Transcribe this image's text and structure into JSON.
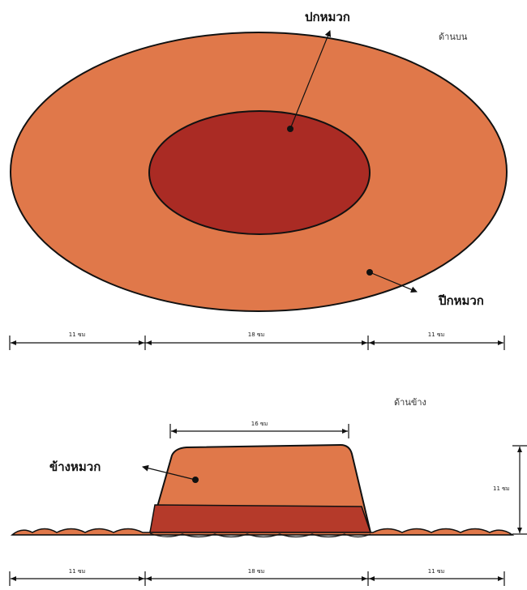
{
  "top_view": {
    "title": "ด้านบน",
    "crown_label": "ปกหมวก",
    "brim_label": "ปีกหมวก",
    "dim_left": "11 ซม",
    "dim_center": "18 ซม",
    "dim_right": "11 ซม"
  },
  "side_view": {
    "title": "ด้านข้าง",
    "side_label": "ข้างหมวก",
    "dim_top": "16 ซม",
    "dim_height": "11 ซม",
    "dim_left": "11 ซม",
    "dim_center": "18 ซม",
    "dim_right": "11 ซม"
  },
  "colors": {
    "brim": "#e0784a",
    "crown": "#aa2b24",
    "side_band": "#b53a2a",
    "outline": "#111111"
  }
}
